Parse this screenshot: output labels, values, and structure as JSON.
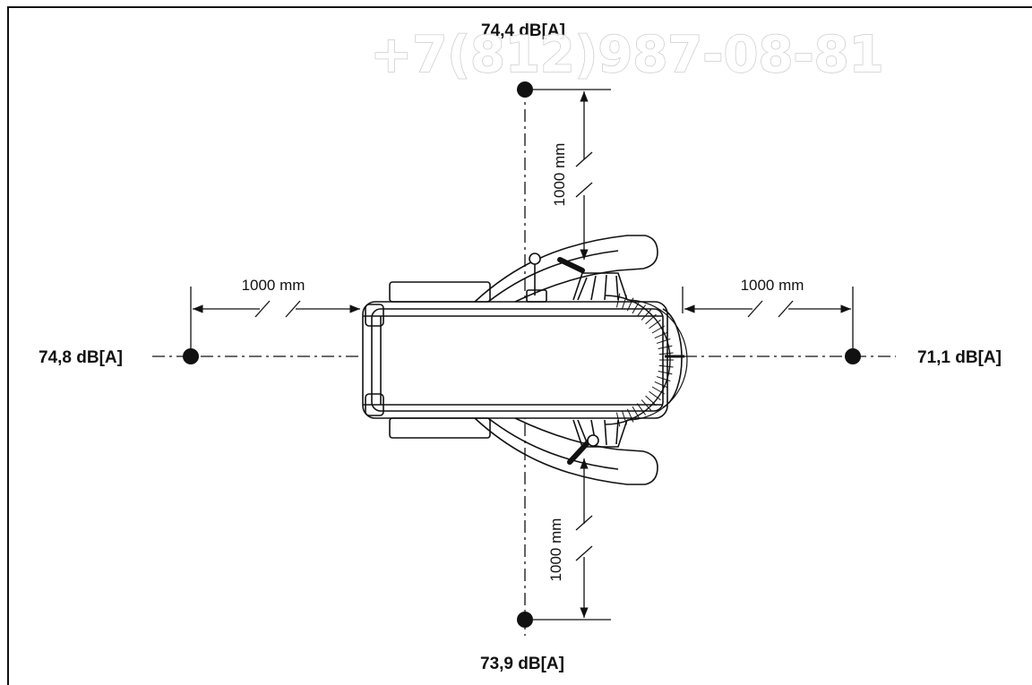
{
  "watermark": {
    "phone": "+7(812)987-08-81"
  },
  "measurements": {
    "top": "74,4 dB[A]",
    "bottom": "73,9 dB[A]",
    "left": "74,8 dB[A]",
    "right": "71,1 dB[A]"
  },
  "dimensions": {
    "top": "1000 mm",
    "bottom": "1000 mm",
    "left": "1000 mm",
    "right": "1000 mm"
  },
  "colors": {
    "line": "#111111",
    "background": "#ffffff",
    "watermark_fill": "#ffffff",
    "watermark_outline": "#c8c8c8"
  }
}
